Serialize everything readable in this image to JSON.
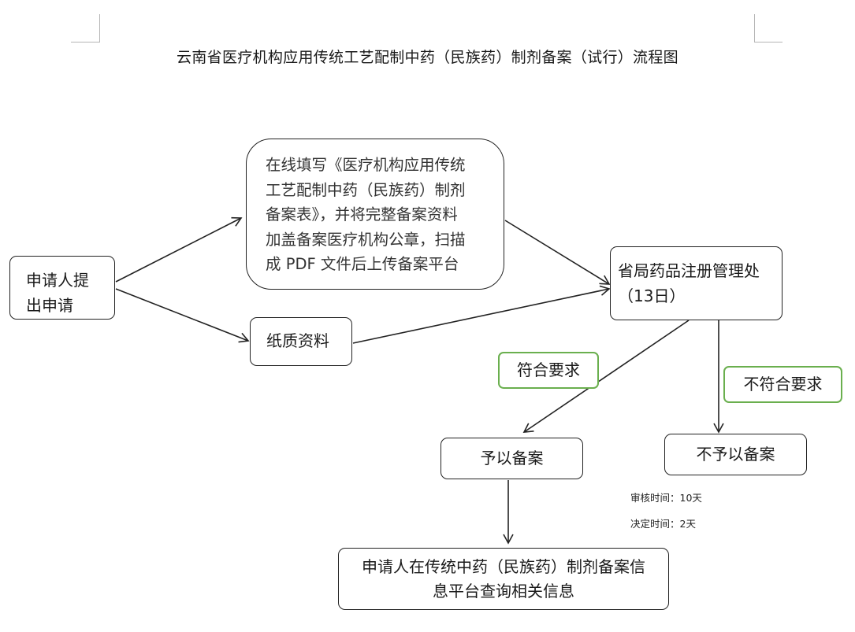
{
  "title": "云南省医疗机构应用传统工艺配制中药（民族药）制剂备案（试行）流程图",
  "nodes": {
    "apply": [
      "申请人提",
      "出申请"
    ],
    "online": [
      "在线填写《医疗机构应用传统",
      "工艺配制中药（民族药）制剂",
      "备案表》，并将完整备案资料",
      "加盖备案医疗机构公章，扫描",
      "成 PDF 文件后上传备案平台"
    ],
    "paper": "纸质资料",
    "bureau": [
      "省局药品注册管理处",
      "（13日）"
    ],
    "meets": "符合要求",
    "not_meets": "不符合要求",
    "filed": "予以备案",
    "not_filed": "不予以备案",
    "query": [
      "申请人在传统中药（民族药）制剂备案信",
      "息平台查询相关信息"
    ]
  },
  "notes": {
    "review": "审核时间：10天",
    "decision": "决定时间：2天"
  },
  "colors": {
    "line": "#222222",
    "green_border": "#6aaf4e"
  }
}
